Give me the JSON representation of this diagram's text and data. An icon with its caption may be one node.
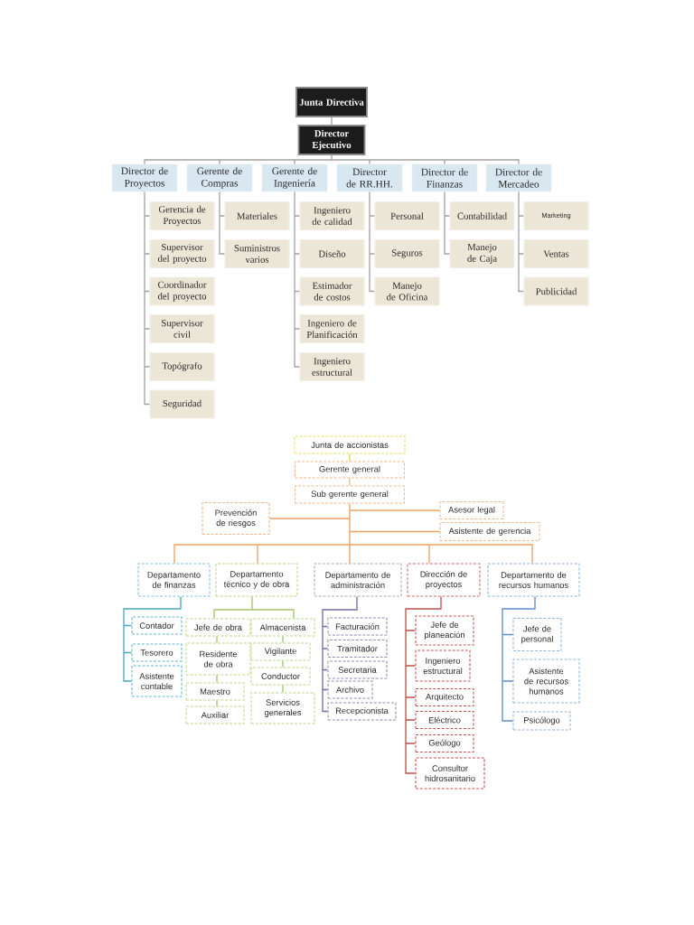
{
  "diagram": {
    "nodes": [
      {
        "text": [
          "Junta Directiva"
        ]
      },
      {
        "text": [
          "Director Ejecutivo"
        ]
      },
      {
        "text": [
          "Director de Proyectos"
        ]
      },
      {
        "text": [
          "Gerente de Compras"
        ]
      },
      {
        "text": [
          "Gerente de Ingeniería"
        ]
      },
      {
        "text": [
          "Director de RR.HH."
        ]
      },
      {
        "text": [
          "Director de Finanzas"
        ]
      },
      {
        "text": [
          "Director de Mercadeo"
        ]
      },
      {
        "text": [
          "Gerencia de Proyectos"
        ]
      },
      {
        "text": [
          "Supervisor del proyecto"
        ]
      },
      {
        "text": [
          "Coordinador del proyecto"
        ]
      },
      {
        "text": [
          "Supervisor civil"
        ]
      },
      {
        "text": [
          "Topógrafo"
        ]
      },
      {
        "text": [
          "Seguridad"
        ]
      },
      {
        "text": [
          "Materiales"
        ]
      },
      {
        "text": [
          "Suministros varios"
        ]
      },
      {
        "text": [
          "Ingeniero de calidad"
        ]
      },
      {
        "text": [
          "Diseño"
        ]
      },
      {
        "text": [
          "Estimador de costos"
        ]
      },
      {
        "text": [
          "Ingeniero de Planificación"
        ]
      },
      {
        "text": [
          "Ingeniero estructural"
        ]
      },
      {
        "text": [
          "Personal"
        ]
      },
      {
        "text": [
          "Seguros"
        ]
      },
      {
        "text": [
          "Manejo de Oficina"
        ]
      },
      {
        "text": [
          "Contabilidad"
        ]
      },
      {
        "text": [
          "Manejo de Caja"
        ]
      },
      {
        "text": [
          "Marketing"
        ]
      },
      {
        "text": [
          "Ventas"
        ]
      },
      {
        "text": [
          "Publicidad"
        ]
      },
      {
        "text": [
          "Junta de accionistas"
        ]
      },
      {
        "text": [
          "Gerente general"
        ]
      },
      {
        "text": [
          "Sub gerente general"
        ]
      },
      {
        "text": [
          "Prevención de riesgos"
        ]
      },
      {
        "text": [
          "Asesor legal"
        ]
      },
      {
        "text": [
          "Asistente de gerencia"
        ]
      },
      {
        "text": [
          "Departamento de finanzas"
        ]
      },
      {
        "text": [
          "Departamento técnico y de obra"
        ]
      },
      {
        "text": [
          "Departamento de administración"
        ]
      },
      {
        "text": [
          "Dirección de proyectos"
        ]
      },
      {
        "text": [
          "Departamento de recursos humanos"
        ]
      },
      {
        "text": [
          "Contador"
        ]
      },
      {
        "text": [
          "Tesorero"
        ]
      },
      {
        "text": [
          "Asistente contable"
        ]
      },
      {
        "text": [
          "Jefe de obra"
        ]
      },
      {
        "text": [
          "Almacenista"
        ]
      },
      {
        "text": [
          "Residente de obra"
        ]
      },
      {
        "text": [
          "Vigilante"
        ]
      },
      {
        "text": [
          "Maestro"
        ]
      },
      {
        "text": [
          "Conductor"
        ]
      },
      {
        "text": [
          "Auxiliar"
        ]
      },
      {
        "text": [
          "Servicios generales"
        ]
      },
      {
        "text": [
          "Facturación"
        ]
      },
      {
        "text": [
          "Tramitador"
        ]
      },
      {
        "text": [
          "Secretaria"
        ]
      },
      {
        "text": [
          "Archivo"
        ]
      },
      {
        "text": [
          "Recepcionista"
        ]
      },
      {
        "text": [
          "Jefe de planeación"
        ]
      },
      {
        "text": [
          "Ingeniero estructural"
        ]
      },
      {
        "text": [
          "Arquitecto"
        ]
      },
      {
        "text": [
          "Eléctrico"
        ]
      },
      {
        "text": [
          "Geólogo"
        ]
      },
      {
        "text": [
          "Consultor hidrosanitario"
        ]
      },
      {
        "text": [
          "Jefe de personal"
        ]
      },
      {
        "text": [
          "Asistente de recursos humanos"
        ]
      },
      {
        "text": [
          "Psicólogo"
        ]
      }
    ],
    "edges": [
      {
        "from": 0,
        "to": 1,
        "arrow": "none"
      },
      {
        "from": 1,
        "to": 2,
        "arrow": "none"
      },
      {
        "from": 1,
        "to": 3,
        "arrow": "none"
      },
      {
        "from": 1,
        "to": 4,
        "arrow": "none"
      },
      {
        "from": 1,
        "to": 5,
        "arrow": "none"
      },
      {
        "from": 1,
        "to": 6,
        "arrow": "none"
      },
      {
        "from": 1,
        "to": 7,
        "arrow": "none"
      },
      {
        "from": 2,
        "to": 8,
        "arrow": "none"
      },
      {
        "from": 2,
        "to": 9,
        "arrow": "none"
      },
      {
        "from": 2,
        "to": 10,
        "arrow": "none"
      },
      {
        "from": 2,
        "to": 11,
        "arrow": "none"
      },
      {
        "from": 2,
        "to": 12,
        "arrow": "none"
      },
      {
        "from": 2,
        "to": 13,
        "arrow": "none"
      },
      {
        "from": 3,
        "to": 14,
        "arrow": "none"
      },
      {
        "from": 3,
        "to": 15,
        "arrow": "none"
      },
      {
        "from": 4,
        "to": 16,
        "arrow": "none"
      },
      {
        "from": 4,
        "to": 17,
        "arrow": "none"
      },
      {
        "from": 4,
        "to": 18,
        "arrow": "none"
      },
      {
        "from": 4,
        "to": 19,
        "arrow": "none"
      },
      {
        "from": 4,
        "to": 20,
        "arrow": "none"
      },
      {
        "from": 5,
        "to": 21,
        "arrow": "none"
      },
      {
        "from": 5,
        "to": 22,
        "arrow": "none"
      },
      {
        "from": 5,
        "to": 23,
        "arrow": "none"
      },
      {
        "from": 6,
        "to": 24,
        "arrow": "none"
      },
      {
        "from": 6,
        "to": 25,
        "arrow": "none"
      },
      {
        "from": 7,
        "to": 26,
        "arrow": "none"
      },
      {
        "from": 7,
        "to": 27,
        "arrow": "none"
      },
      {
        "from": 7,
        "to": 28,
        "arrow": "none"
      },
      {
        "from": 29,
        "to": 30,
        "arrow": "none",
        "color": "#e2d84a"
      },
      {
        "from": 30,
        "to": 31,
        "arrow": "none",
        "color": "#f2b88c"
      },
      {
        "from": 31,
        "to": 32,
        "arrow": "none",
        "color": "#f0a062"
      },
      {
        "from": 31,
        "to": 33,
        "arrow": "none",
        "color": "#f0a062"
      },
      {
        "from": 31,
        "to": 34,
        "arrow": "none",
        "color": "#f0a062"
      },
      {
        "from": 31,
        "to": 35,
        "arrow": "none",
        "color": "#f0a062"
      },
      {
        "from": 31,
        "to": 36,
        "arrow": "none",
        "color": "#f0a062"
      },
      {
        "from": 31,
        "to": 37,
        "arrow": "none",
        "color": "#f0a062"
      },
      {
        "from": 31,
        "to": 38,
        "arrow": "none",
        "color": "#f0a062"
      },
      {
        "from": 31,
        "to": 39,
        "arrow": "none",
        "color": "#f0a062"
      },
      {
        "from": 35,
        "to": 40,
        "arrow": "none",
        "color": "#4aa6c2"
      },
      {
        "from": 35,
        "to": 41,
        "arrow": "none",
        "color": "#4aa6c2"
      },
      {
        "from": 35,
        "to": 42,
        "arrow": "none",
        "color": "#4aa6c2"
      },
      {
        "from": 36,
        "to": 43,
        "arrow": "none",
        "color": "#a6c46a"
      },
      {
        "from": 36,
        "to": 44,
        "arrow": "none",
        "color": "#a6c46a"
      },
      {
        "from": 43,
        "to": 45,
        "arrow": "none",
        "color": "#a6c46a"
      },
      {
        "from": 45,
        "to": 47,
        "arrow": "none",
        "color": "#a6c46a"
      },
      {
        "from": 47,
        "to": 49,
        "arrow": "none",
        "color": "#a6c46a"
      },
      {
        "from": 44,
        "to": 46,
        "arrow": "none",
        "color": "#a6c46a"
      },
      {
        "from": 46,
        "to": 48,
        "arrow": "none",
        "color": "#a6c46a"
      },
      {
        "from": 48,
        "to": 50,
        "arrow": "none",
        "color": "#a6c46a"
      },
      {
        "from": 37,
        "to": 51,
        "arrow": "none",
        "color": "#7b68a8"
      },
      {
        "from": 37,
        "to": 52,
        "arrow": "none",
        "color": "#7b68a8"
      },
      {
        "from": 37,
        "to": 53,
        "arrow": "none",
        "color": "#7b68a8"
      },
      {
        "from": 37,
        "to": 54,
        "arrow": "none",
        "color": "#7b68a8"
      },
      {
        "from": 37,
        "to": 55,
        "arrow": "none",
        "color": "#7b68a8"
      },
      {
        "from": 38,
        "to": 56,
        "arrow": "none",
        "color": "#c0504d"
      },
      {
        "from": 38,
        "to": 57,
        "arrow": "none",
        "color": "#c0504d"
      },
      {
        "from": 38,
        "to": 58,
        "arrow": "none",
        "color": "#c0504d"
      },
      {
        "from": 38,
        "to": 59,
        "arrow": "none",
        "color": "#c0504d"
      },
      {
        "from": 38,
        "to": 60,
        "arrow": "none",
        "color": "#c0504d"
      },
      {
        "from": 38,
        "to": 61,
        "arrow": "none",
        "color": "#c0504d"
      },
      {
        "from": 39,
        "to": 62,
        "arrow": "none",
        "color": "#5b8ec6"
      },
      {
        "from": 39,
        "to": 63,
        "arrow": "none",
        "color": "#5b8ec6"
      },
      {
        "from": 39,
        "to": 64,
        "arrow": "none",
        "color": "#5b8ec6"
      }
    ]
  }
}
